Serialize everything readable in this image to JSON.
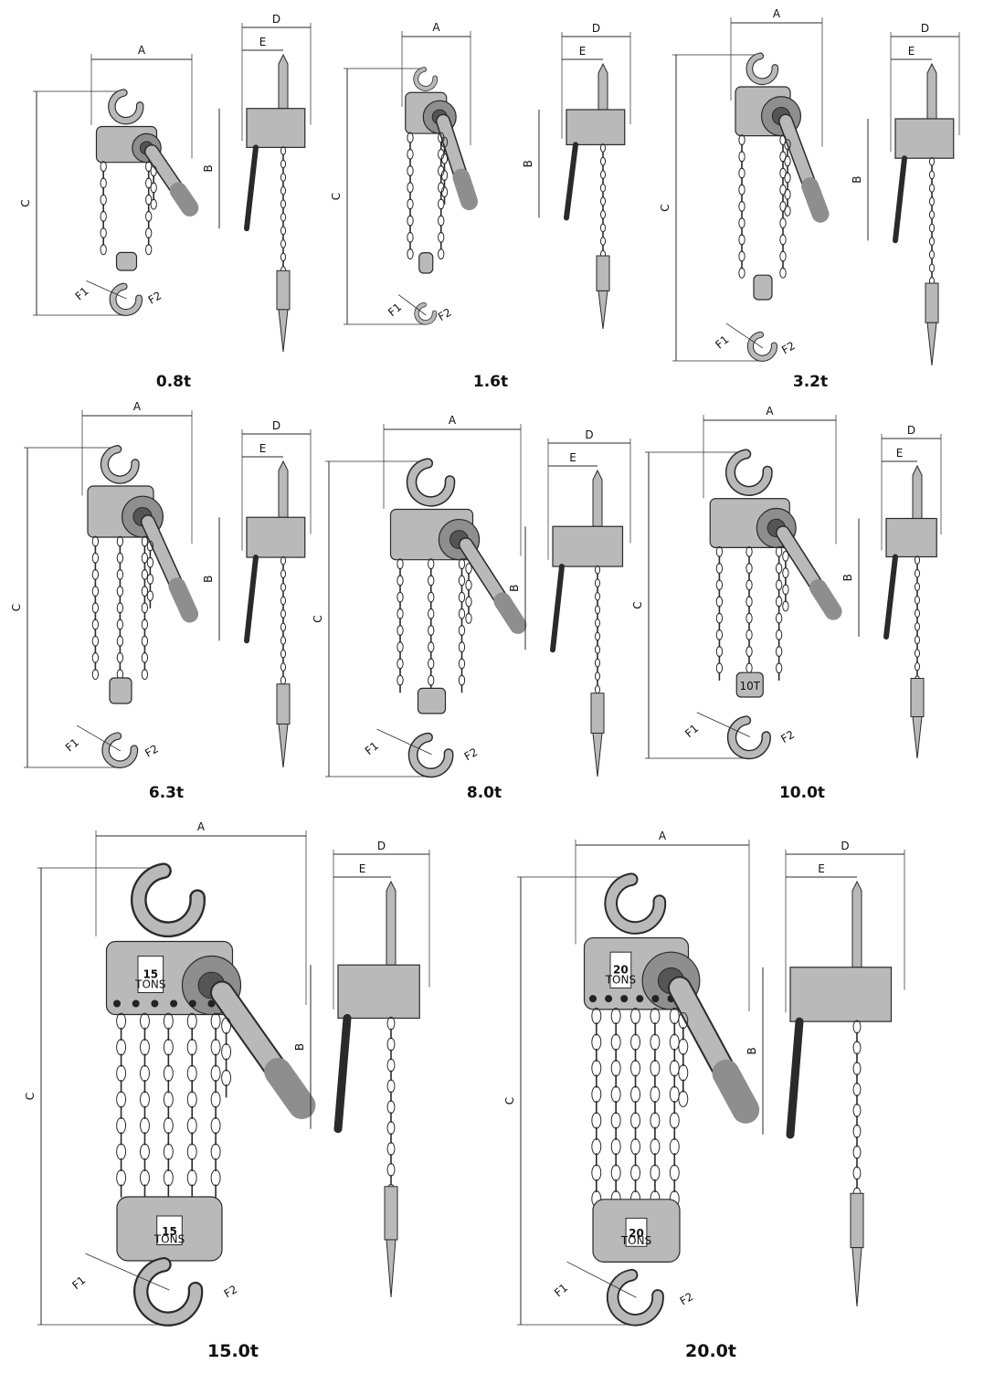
{
  "capacities": [
    "0.8t",
    "1.6t",
    "3.2t",
    "6.3t",
    "8.0t",
    "10.0t",
    "15.0t",
    "20.0t"
  ],
  "dimension_labels": {
    "a": "A",
    "b": "B",
    "c": "C",
    "d": "D",
    "e": "E",
    "f1": "F1",
    "f2": "F2"
  },
  "nameplates": {
    "ten_t": "10T",
    "fifteen": "15",
    "twenty": "20",
    "tons": "TONS"
  },
  "colors": {
    "line": "#2a2a2a",
    "body": "#b9b9b9",
    "body_dark": "#8e8e8e",
    "chain": "#9a9a9a"
  }
}
